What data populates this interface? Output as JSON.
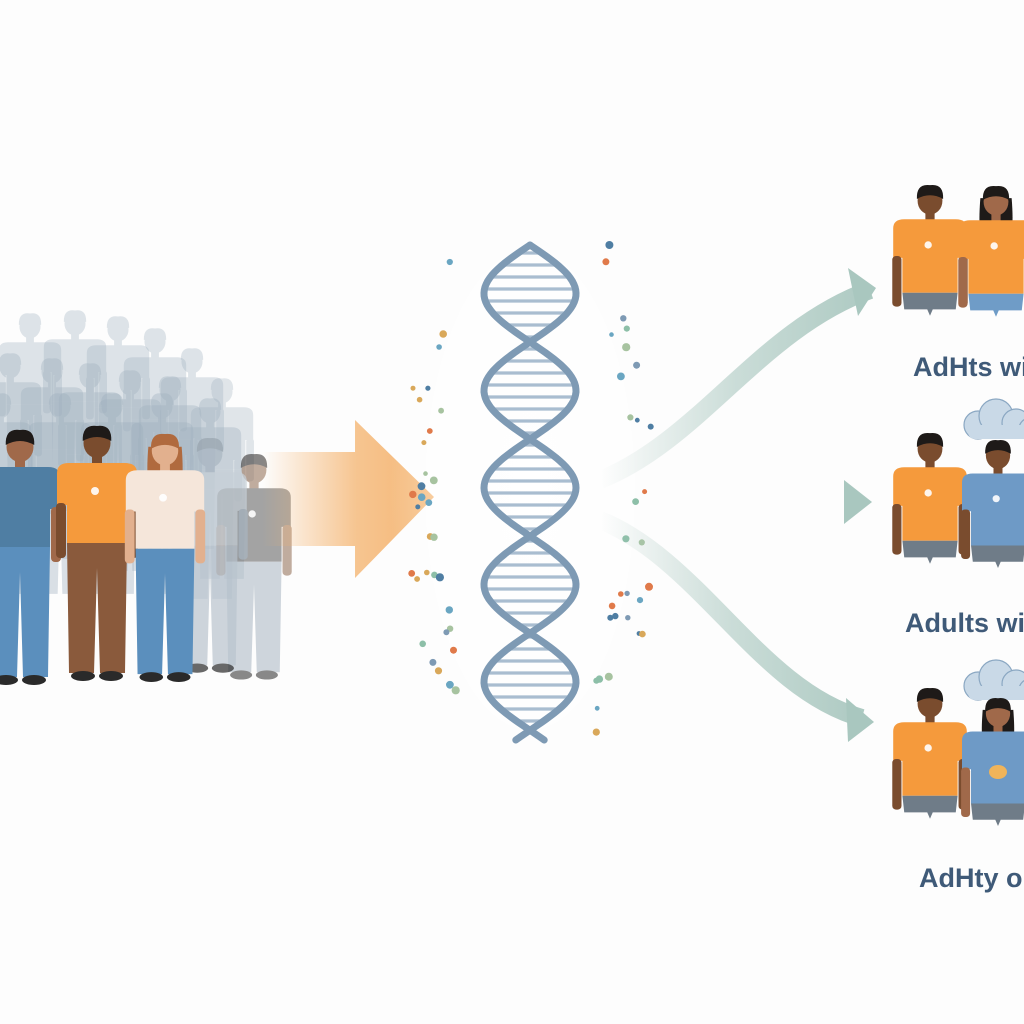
{
  "diagram": {
    "colors": {
      "background": "#fdfdfd",
      "shirt_orange": "#f59a3c",
      "shirt_blue": "#6e9ac6",
      "shirt_cream": "#f5e6da",
      "jacket_blue": "#4f7ea3",
      "pants_blue": "#5b8fbd",
      "pants_brown": "#8a5a3c",
      "skin_dark": "#7a4c2e",
      "skin_medium": "#a0694a",
      "skin_light": "#e2b08e",
      "hair_dark": "#1e1a18",
      "hair_auburn": "#b06a3e",
      "crowd_grey": "#9fb0be",
      "dna_strand": "#7e9ab4",
      "dna_rung": "#a9bdd0",
      "input_arrow": "#f4b26c",
      "output_arrow": "#a9c7bf",
      "cloud": "#c9d9e7",
      "label_text": "#3f5a78"
    },
    "stages": {
      "input": {
        "name": "population-crowd"
      },
      "process": {
        "name": "dna-double-helix"
      },
      "outputs": [
        {
          "label": "AdHts wi",
          "icon": "pair-of-adults"
        },
        {
          "label": "Adults wi",
          "icon": "pair-of-adults-with-cloud"
        },
        {
          "label": "AdHty o",
          "icon": "pair-of-adults-with-cloud"
        }
      ]
    }
  }
}
